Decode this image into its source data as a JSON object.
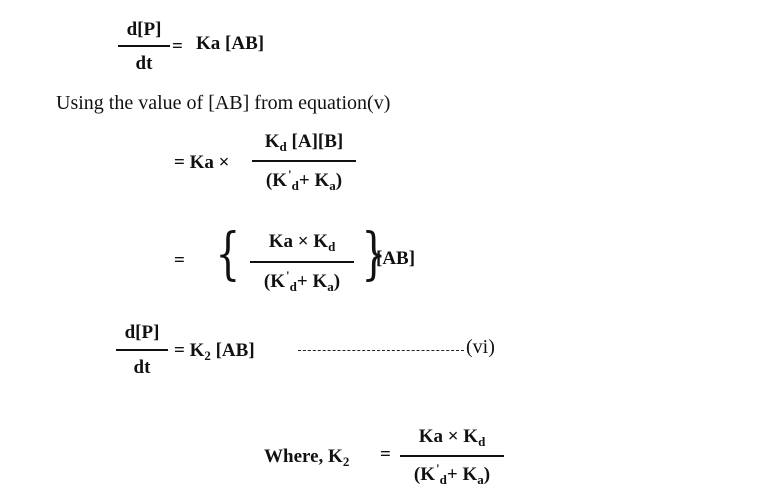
{
  "eq1": {
    "lhs_num": "d[P]",
    "lhs_den": "dt",
    "eq": "=",
    "rhs": "Ka [AB]"
  },
  "text_line": "Using the value of [AB] from equation(v)",
  "eq2": {
    "eq": "= Ka ×",
    "num_k": "K",
    "num_k_sub": "d",
    "num_rest": " [A][B]",
    "den_open": "(K",
    "den_prime": "'",
    "den_sub1": "d",
    "den_plus": "+ K",
    "den_sub2": "a",
    "den_close": ")"
  },
  "eq3": {
    "eq": "=",
    "num_ka": "Ka × K",
    "num_sub": "d",
    "den_open": "(K",
    "den_prime": "'",
    "den_sub1": "d",
    "den_plus": "+ K",
    "den_sub2": "a",
    "den_close": ")",
    "after": "[AB]"
  },
  "eq4": {
    "lhs_num": "d[P]",
    "lhs_den": "dt",
    "eq": "= K",
    "eq_sub": "2",
    "rhs": " [AB]",
    "tag": "(vi)"
  },
  "eq5": {
    "where": "Where,  K",
    "where_sub": "2",
    "eq": "=",
    "num_ka": "Ka × K",
    "num_sub": "d",
    "den_open": "(K",
    "den_prime": "'",
    "den_sub1": "d",
    "den_plus": "+ K",
    "den_sub2": "a",
    "den_close": ")"
  }
}
